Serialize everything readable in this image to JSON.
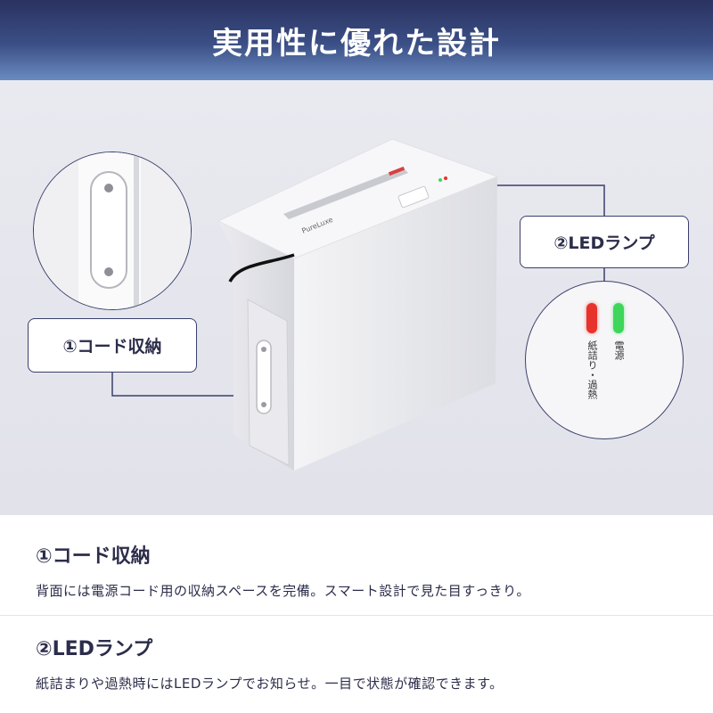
{
  "header": {
    "title": "実用性に優れた設計"
  },
  "callouts": {
    "cord": {
      "label": "①コード収納"
    },
    "led": {
      "label": "②LEDランプ"
    }
  },
  "product": {
    "brand": "PureLuxe"
  },
  "led_zoom": {
    "red_label": "紙詰り・過熱",
    "green_label": "電源",
    "red_color": "#e8322c",
    "green_color": "#3ed65a"
  },
  "features": [
    {
      "title": "①コード収納",
      "text": "背面には電源コード用の収納スペースを完備。スマート設計で見た目すっきり。"
    },
    {
      "title": "②LEDランプ",
      "text": "紙詰まりや過熱時にはLEDランプでお知らせ。一目で状態が確認できます。"
    }
  ]
}
